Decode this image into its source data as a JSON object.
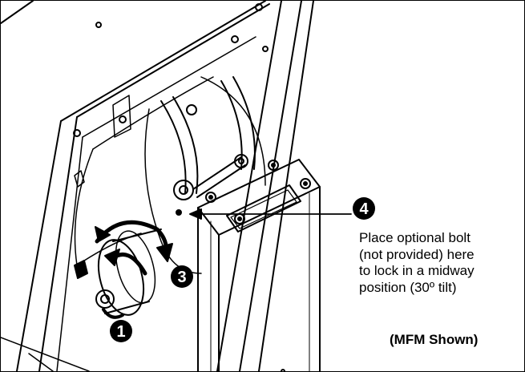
{
  "callouts": [
    {
      "number": "1"
    },
    {
      "number": "3"
    },
    {
      "number": "4"
    }
  ],
  "note": {
    "lines": [
      "Place optional bolt",
      "(not provided) here",
      "to lock in a midway",
      "position (30º tilt)"
    ]
  },
  "caption": "(MFM Shown)",
  "colors": {
    "line": "#000000",
    "background": "#ffffff",
    "callout_fill": "#000000",
    "callout_text": "#ffffff"
  }
}
